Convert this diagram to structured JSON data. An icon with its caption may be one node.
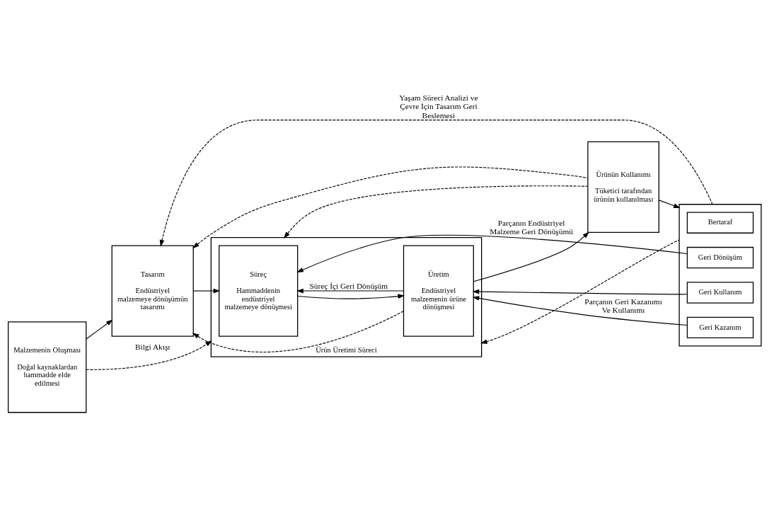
{
  "diagram": {
    "nodes": [
      {
        "text": [
          "Malzemenin Oluşması",
          "Doğal kaynaklardan hammadde elde edilmesi"
        ]
      },
      {
        "text": [
          "Tasarım",
          "Endüstriyel malzemeye dönüşümün tasarımı"
        ]
      },
      {
        "text": [
          "Ürün Üretimi Süreci"
        ]
      },
      {
        "text": [
          "Süreç",
          "Hammaddenin endüstriyel malzemeye dönüşmesi"
        ],
        "in": 2
      },
      {
        "text": [
          "Üretim",
          "Endüstriyel malzemenin ürüne dönüşmesi"
        ],
        "in": 2
      },
      {
        "text": [
          "Ürünün Kullanımı",
          "Tüketici tarafından ürünün kullanılması"
        ]
      },
      {
        "text": [],
        "shape": "box"
      },
      {
        "text": [
          "Bertaraf"
        ],
        "in": 6
      },
      {
        "text": [
          "Geri Dönüşüm"
        ],
        "in": 6
      },
      {
        "text": [
          "Geri Kazanım"
        ],
        "in": 6
      },
      {
        "text": [
          "Geri Kullanım"
        ],
        "in": 6
      }
    ],
    "edges": [
      {
        "from": 0,
        "to": 1,
        "arrow": "to"
      },
      {
        "from": 1,
        "to": 3,
        "arrow": "to"
      },
      {
        "from": 3,
        "to": 4,
        "arrow": "to"
      },
      {
        "from": 4,
        "to": 5,
        "arrow": "to"
      },
      {
        "from": 5,
        "to": 6,
        "arrow": "to"
      },
      {
        "from": 4,
        "to": 3,
        "arrow": "to",
        "label": "Süreç İçi Geri Dönüşüm"
      },
      {
        "from": 8,
        "to": 3,
        "arrow": "to",
        "label": "Parçanın Endüstriyel Malzeme Geri Dönüşümü"
      },
      {
        "from": 9,
        "to": 4,
        "arrow": "to",
        "label": "Parçanın Geri Kazanımı Ve Kullanımı"
      },
      {
        "from": 10,
        "to": 4,
        "arrow": "to"
      },
      {
        "from": 4,
        "to": 1,
        "arrow": "to",
        "style": "dashed"
      },
      {
        "from": 5,
        "to": 1,
        "arrow": "to",
        "style": "dashed"
      },
      {
        "from": 6,
        "to": 1,
        "arrow": "to",
        "style": "dashed",
        "label": "Yaşam Süreci Analizi ve Çevre İçin Tasarım Geri Beslemesi"
      },
      {
        "from": 0,
        "to": 2,
        "arrow": "to",
        "style": "dashed",
        "label": "Bilgi Akışı"
      },
      {
        "from": 5,
        "to": 2,
        "arrow": "to",
        "style": "dashed"
      },
      {
        "from": 6,
        "to": 2,
        "arrow": "to",
        "style": "dashed"
      }
    ]
  }
}
